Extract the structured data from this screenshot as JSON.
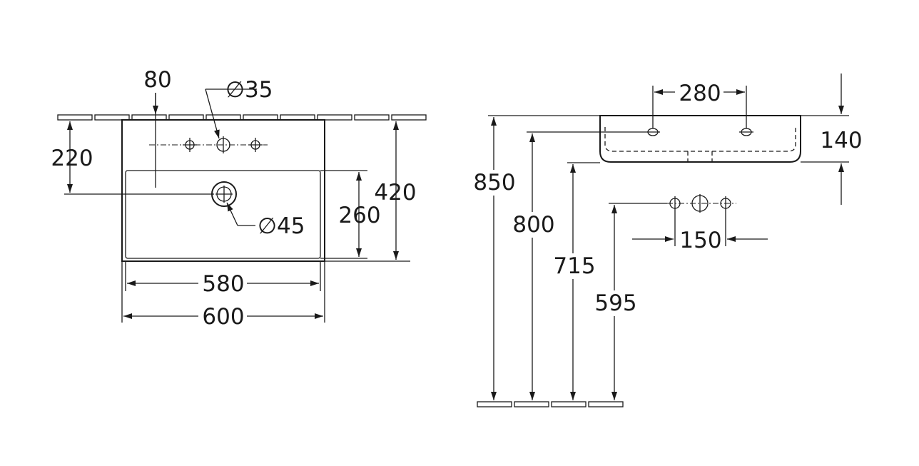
{
  "top_view": {
    "dims": {
      "tap_offset": "80",
      "tap_hole_diameter": "∅35",
      "waste_distance": "220",
      "overall_depth": "420",
      "bowl_depth": "260",
      "waste_diameter": "∅45",
      "bowl_width": "580",
      "overall_width": "600"
    }
  },
  "side_view": {
    "dims": {
      "overflow_spacing": "280",
      "basin_height": "140",
      "rim_height": "850",
      "overflow_height": "800",
      "base_height": "715",
      "supply_height": "595",
      "supply_spacing": "150"
    }
  },
  "colors": {
    "line": "#1a1a1a",
    "background": "#ffffff"
  }
}
